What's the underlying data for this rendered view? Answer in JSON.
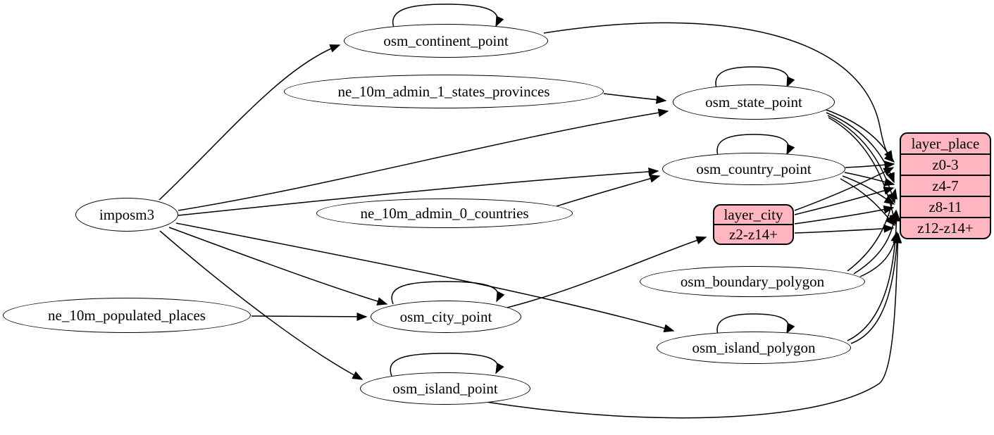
{
  "diagram": {
    "kind": "etl-graph",
    "colors": {
      "background": "#ffffff",
      "edge_stroke": "#000000",
      "node_stroke": "#000000",
      "node_fill": "#ffffff",
      "record_fill": "#ffb6c1"
    },
    "nodes": {
      "imposm3": {
        "label": "imposm3",
        "kind": "source",
        "self_loop": false
      },
      "ne_10m_populated_places": {
        "label": "ne_10m_populated_places",
        "kind": "source",
        "self_loop": false
      },
      "ne_10m_admin_1_states_provinces": {
        "label": "ne_10m_admin_1_states_provinces",
        "kind": "source",
        "self_loop": false
      },
      "ne_10m_admin_0_countries": {
        "label": "ne_10m_admin_0_countries",
        "kind": "source",
        "self_loop": false
      },
      "osm_continent_point": {
        "label": "osm_continent_point",
        "kind": "table",
        "self_loop": true
      },
      "osm_state_point": {
        "label": "osm_state_point",
        "kind": "table",
        "self_loop": true
      },
      "osm_country_point": {
        "label": "osm_country_point",
        "kind": "table",
        "self_loop": true
      },
      "osm_city_point": {
        "label": "osm_city_point",
        "kind": "table",
        "self_loop": true
      },
      "osm_island_point": {
        "label": "osm_island_point",
        "kind": "table",
        "self_loop": true
      },
      "osm_island_polygon": {
        "label": "osm_island_polygon",
        "kind": "table",
        "self_loop": true
      },
      "osm_boundary_polygon": {
        "label": "osm_boundary_polygon",
        "kind": "table",
        "self_loop": false
      },
      "layer_city": {
        "title": "layer_city",
        "rows": [
          "z2-z14+"
        ],
        "kind": "layer-record"
      },
      "layer_place": {
        "title": "layer_place",
        "rows": [
          "z0-3",
          "z4-7",
          "z8-11",
          "z12-z14+"
        ],
        "kind": "layer-record"
      }
    },
    "edges": [
      {
        "from": "imposm3",
        "to": "osm_continent_point"
      },
      {
        "from": "imposm3",
        "to": "osm_state_point"
      },
      {
        "from": "imposm3",
        "to": "osm_country_point"
      },
      {
        "from": "imposm3",
        "to": "osm_city_point"
      },
      {
        "from": "imposm3",
        "to": "osm_island_point"
      },
      {
        "from": "imposm3",
        "to": "osm_island_polygon"
      },
      {
        "from": "ne_10m_admin_1_states_provinces",
        "to": "osm_state_point"
      },
      {
        "from": "ne_10m_admin_0_countries",
        "to": "osm_country_point"
      },
      {
        "from": "ne_10m_populated_places",
        "to": "osm_city_point"
      },
      {
        "from": "osm_continent_point",
        "to": "osm_continent_point"
      },
      {
        "from": "osm_state_point",
        "to": "osm_state_point"
      },
      {
        "from": "osm_country_point",
        "to": "osm_country_point"
      },
      {
        "from": "osm_city_point",
        "to": "osm_city_point"
      },
      {
        "from": "osm_island_point",
        "to": "osm_island_point"
      },
      {
        "from": "osm_island_polygon",
        "to": "osm_island_polygon"
      },
      {
        "from": "osm_city_point",
        "to": "layer_city",
        "to_row": "z2-z14+"
      },
      {
        "from": "osm_continent_point",
        "to": "layer_place",
        "to_row": "z0-3"
      },
      {
        "from": "osm_country_point",
        "to": "layer_place",
        "to_row": "z0-3"
      },
      {
        "from": "osm_country_point",
        "to": "layer_place",
        "to_row": "z4-7"
      },
      {
        "from": "osm_country_point",
        "to": "layer_place",
        "to_row": "z8-11"
      },
      {
        "from": "osm_country_point",
        "to": "layer_place",
        "to_row": "z12-z14+"
      },
      {
        "from": "osm_state_point",
        "to": "layer_place",
        "to_row": "z0-3"
      },
      {
        "from": "osm_state_point",
        "to": "layer_place",
        "to_row": "z4-7"
      },
      {
        "from": "osm_state_point",
        "to": "layer_place",
        "to_row": "z8-11"
      },
      {
        "from": "osm_state_point",
        "to": "layer_place",
        "to_row": "z12-z14+"
      },
      {
        "from": "layer_city",
        "to": "layer_place",
        "to_row": "z0-3"
      },
      {
        "from": "layer_city",
        "to": "layer_place",
        "to_row": "z4-7"
      },
      {
        "from": "layer_city",
        "to": "layer_place",
        "to_row": "z8-11"
      },
      {
        "from": "layer_city",
        "to": "layer_place",
        "to_row": "z12-z14+"
      },
      {
        "from": "osm_boundary_polygon",
        "to": "layer_place",
        "to_row": "z4-7"
      },
      {
        "from": "osm_boundary_polygon",
        "to": "layer_place",
        "to_row": "z8-11"
      },
      {
        "from": "osm_boundary_polygon",
        "to": "layer_place",
        "to_row": "z12-z14+"
      },
      {
        "from": "osm_island_polygon",
        "to": "layer_place",
        "to_row": "z8-11"
      },
      {
        "from": "osm_island_polygon",
        "to": "layer_place",
        "to_row": "z12-z14+"
      },
      {
        "from": "osm_island_point",
        "to": "layer_place",
        "to_row": "z12-z14+"
      }
    ]
  }
}
